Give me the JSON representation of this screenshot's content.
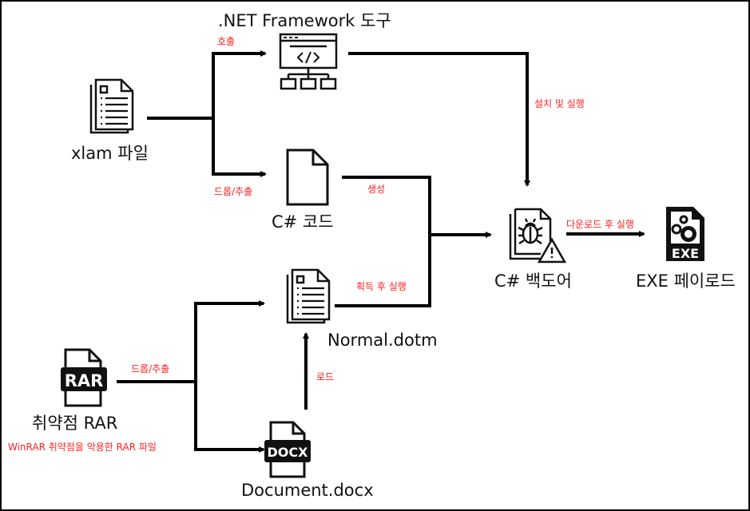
{
  "nodes": {
    "xlam": {
      "label": "xlam 파일",
      "icon": "document-stack-icon"
    },
    "dotnet": {
      "label": ".NET Framework 도구",
      "icon": "code-window-network-icon"
    },
    "csharp_code": {
      "label": "C# 코드",
      "icon": "blank-file-icon"
    },
    "backdoor": {
      "label": "C# 백도어",
      "icon": "bug-file-warning-icon"
    },
    "exe": {
      "label": "EXE 페이로드",
      "icon": "exe-file-gears-icon",
      "badge": "EXE"
    },
    "normal_dotm": {
      "label": "Normal.dotm",
      "icon": "document-stack-icon"
    },
    "rar": {
      "label": "취약점 RAR",
      "icon": "rar-file-icon",
      "badge": "RAR",
      "sublabel": "WinRAR 취약점을 악용한 RAR 파일"
    },
    "docx": {
      "label": "Document.docx",
      "icon": "docx-file-icon",
      "badge": "DOCX"
    }
  },
  "edges": {
    "call": "호출",
    "drop_extract_1": "드롭/추출",
    "install_run": "설치 및 실행",
    "generate": "생성",
    "acquire_run": "획득 후 실행",
    "download_run": "다운로드 후 실행",
    "drop_extract_2": "드롭/추출",
    "load": "로드"
  },
  "colors": {
    "edge_label": "#ff2020",
    "line": "#000000"
  }
}
